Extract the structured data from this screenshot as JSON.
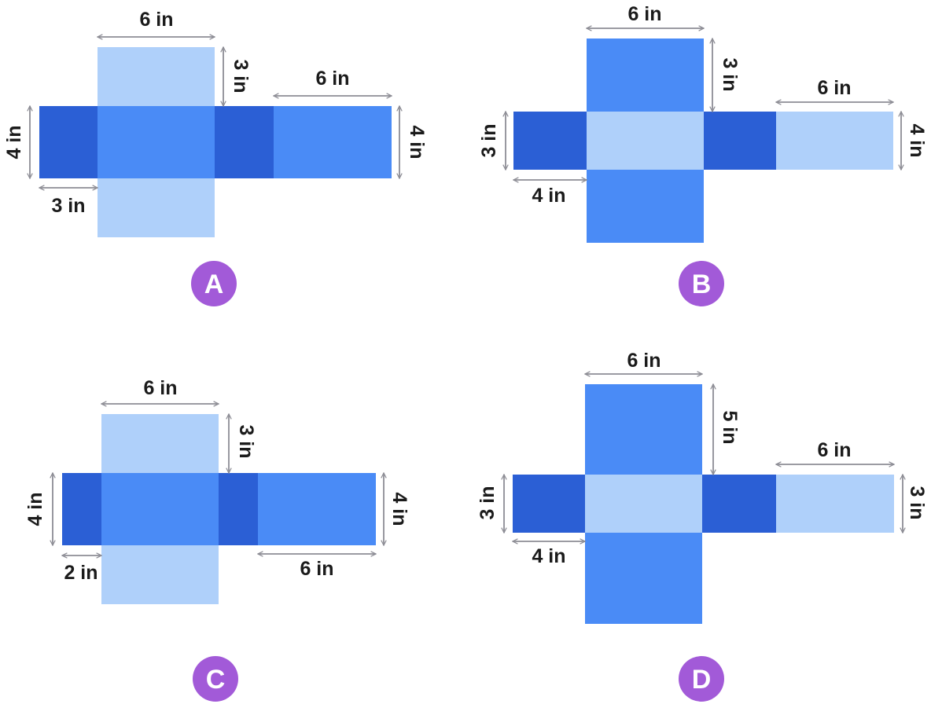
{
  "colors": {
    "light": "#afd0fa",
    "mid": "#4a8bf6",
    "dark": "#2b5fd5",
    "dim_line": "#8d8d95",
    "badge": "#a25ad8",
    "label": "#1b1b1b"
  },
  "figures": [
    {
      "label": "A",
      "dims": {
        "top_width": "6 in",
        "top_height": "3 in",
        "right_width": "6 in",
        "right_height": "4 in",
        "left_height": "4 in",
        "bottom_left_width": "3 in"
      }
    },
    {
      "label": "B",
      "dims": {
        "top_width": "6 in",
        "top_height": "3 in",
        "right_width": "6 in",
        "right_height": "4 in",
        "left_height": "3 in",
        "bottom_left_width": "4 in"
      }
    },
    {
      "label": "C",
      "dims": {
        "top_width": "6 in",
        "top_height": "3 in",
        "right_height": "4 in",
        "left_height": "4 in",
        "bottom_left_width": "2 in",
        "bottom_right_width": "6 in"
      }
    },
    {
      "label": "D",
      "dims": {
        "top_width": "6 in",
        "top_height": "5 in",
        "right_width": "6 in",
        "right_height": "3 in",
        "left_height": "3 in",
        "bottom_left_width": "4 in"
      }
    }
  ]
}
